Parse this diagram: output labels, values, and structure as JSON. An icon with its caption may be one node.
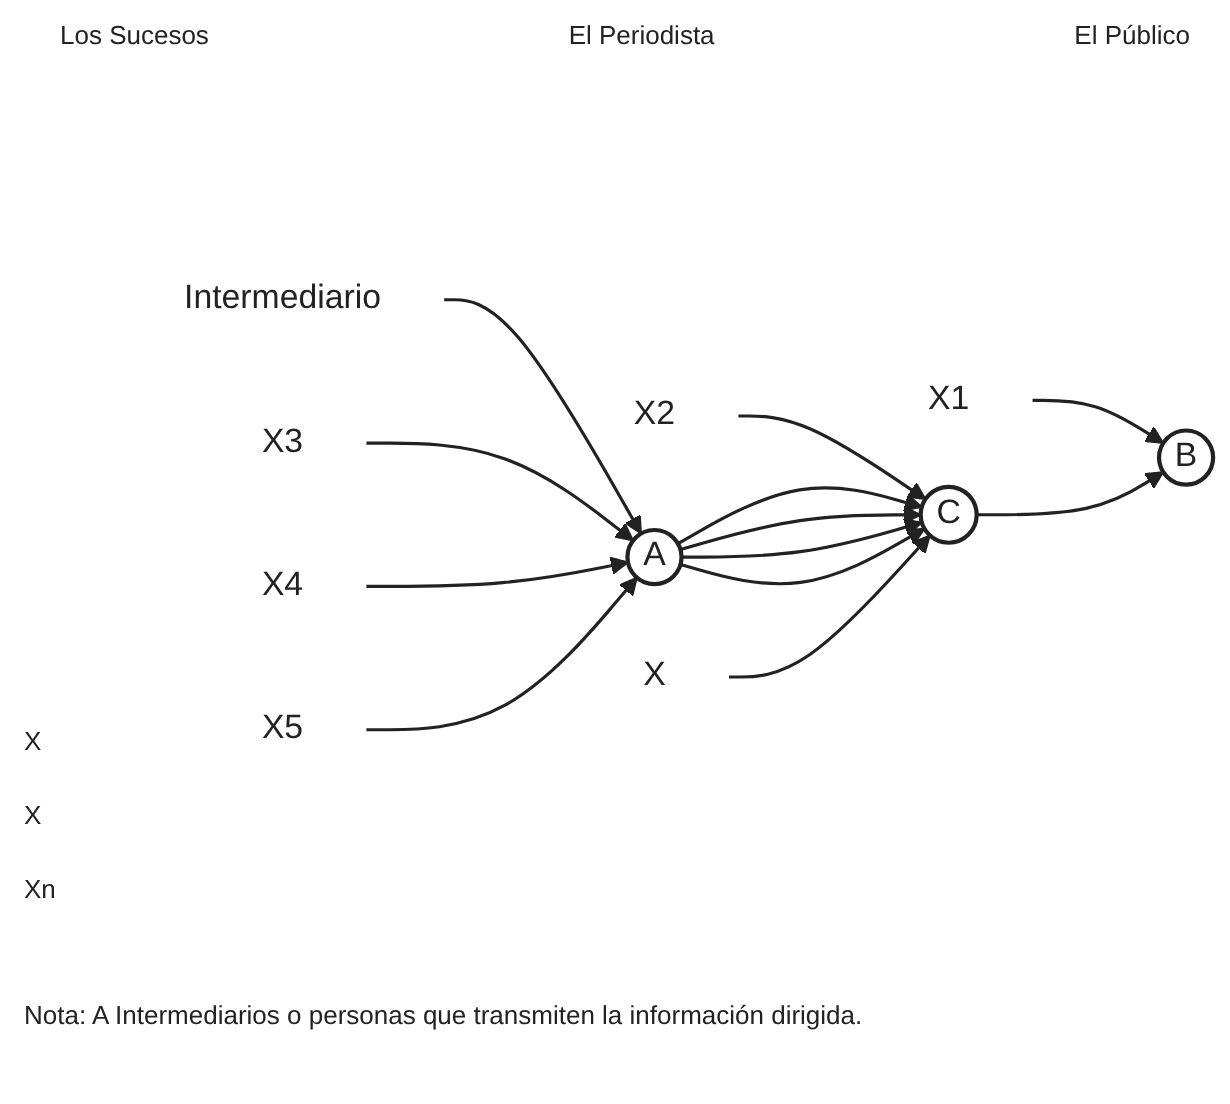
{
  "diagram": {
    "caption": "Nota: A Intermediarios o personas que transmiten la información dirigida.",
    "nodes": [
      {
        "text": [
          "Intermediario"
        ]
      },
      {
        "text": [
          "X1"
        ]
      },
      {
        "text": [
          "X2"
        ]
      },
      {
        "text": [
          "X3"
        ]
      },
      {
        "text": [
          "X4"
        ]
      },
      {
        "text": [
          "X5"
        ]
      },
      {
        "text": [
          "A"
        ]
      },
      {
        "text": [
          "C"
        ]
      },
      {
        "text": [
          "B"
        ]
      },
      {
        "text": [
          "X"
        ]
      }
    ],
    "edges": [
      {
        "from": 0,
        "to": 6,
        "arrow": "to"
      },
      {
        "from": 1,
        "to": 8,
        "arrow": "to"
      },
      {
        "from": 2,
        "to": 7,
        "arrow": "to"
      },
      {
        "from": 3,
        "to": 6,
        "arrow": "to"
      },
      {
        "from": 4,
        "to": 6,
        "arrow": "to"
      },
      {
        "from": 5,
        "to": 6,
        "arrow": "to"
      },
      {
        "from": 6,
        "to": 7,
        "arrow": "to"
      },
      {
        "from": 6,
        "to": 7,
        "arrow": "to"
      },
      {
        "from": 6,
        "to": 7,
        "arrow": "to"
      },
      {
        "from": 6,
        "to": 7,
        "arrow": "to"
      },
      {
        "from": 7,
        "to": 8,
        "arrow": "to"
      },
      {
        "from": 9,
        "to": 7,
        "arrow": "to"
      }
    ],
    "labels": [
      "Los Sucesos",
      "El Periodista",
      "El Público",
      "X",
      "X",
      "Xn"
    ]
  }
}
